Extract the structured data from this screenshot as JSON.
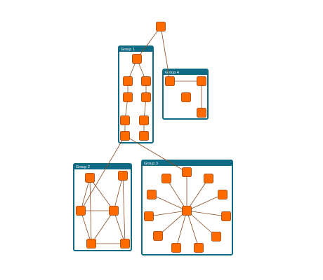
{
  "colors": {
    "node_fill": "#ff6a00",
    "node_stroke": "#9a3b00",
    "edge": "#8a4a24",
    "group_border": "#0f6b84",
    "group_header": "#0f6b84",
    "group_body": "#ffffff",
    "group_title_text": "#ffffff"
  },
  "groups": [
    {
      "id": "g1",
      "label": "Group 1"
    },
    {
      "id": "g2",
      "label": "Group 2"
    },
    {
      "id": "g3",
      "label": "Group 3"
    },
    {
      "id": "g4",
      "label": "Group 4"
    }
  ],
  "nodes": [
    {
      "id": "root"
    },
    {
      "id": "g1a",
      "group": "g1"
    },
    {
      "id": "g1b",
      "group": "g1"
    },
    {
      "id": "g1c",
      "group": "g1"
    },
    {
      "id": "g1d",
      "group": "g1"
    },
    {
      "id": "g1e",
      "group": "g1"
    },
    {
      "id": "g1f",
      "group": "g1"
    },
    {
      "id": "g1g",
      "group": "g1"
    },
    {
      "id": "g1h",
      "group": "g1"
    },
    {
      "id": "g1i",
      "group": "g1"
    },
    {
      "id": "g4a",
      "group": "g4"
    },
    {
      "id": "g4b",
      "group": "g4"
    },
    {
      "id": "g4c",
      "group": "g4"
    },
    {
      "id": "g4d",
      "group": "g4"
    },
    {
      "id": "g2a",
      "group": "g2"
    },
    {
      "id": "g2b",
      "group": "g2"
    },
    {
      "id": "g2c",
      "group": "g2"
    },
    {
      "id": "g2d",
      "group": "g2"
    },
    {
      "id": "g2e",
      "group": "g2"
    },
    {
      "id": "g2f",
      "group": "g2"
    },
    {
      "id": "g3c",
      "group": "g3"
    },
    {
      "id": "g3s1",
      "group": "g3"
    },
    {
      "id": "g3s2",
      "group": "g3"
    },
    {
      "id": "g3s3",
      "group": "g3"
    },
    {
      "id": "g3s4",
      "group": "g3"
    },
    {
      "id": "g3s5",
      "group": "g3"
    },
    {
      "id": "g3s6",
      "group": "g3"
    },
    {
      "id": "g3s7",
      "group": "g3"
    },
    {
      "id": "g3s8",
      "group": "g3"
    },
    {
      "id": "g3s9",
      "group": "g3"
    },
    {
      "id": "g3s10",
      "group": "g3"
    },
    {
      "id": "g3s11",
      "group": "g3"
    }
  ],
  "edges": [
    [
      "root",
      "g1a"
    ],
    [
      "root",
      "g4a"
    ],
    [
      "g1a",
      "g1b"
    ],
    [
      "g1a",
      "g1c"
    ],
    [
      "g1b",
      "g1d"
    ],
    [
      "g1c",
      "g1e"
    ],
    [
      "g1d",
      "g1f"
    ],
    [
      "g1f",
      "g1h"
    ],
    [
      "g1e",
      "g1g"
    ],
    [
      "g1g",
      "g1i"
    ],
    [
      "g1h",
      "g2c"
    ],
    [
      "g1h",
      "g3s1"
    ],
    [
      "g4a",
      "g4b"
    ],
    [
      "g4b",
      "g4d"
    ],
    [
      "g2a",
      "g2c"
    ],
    [
      "g2a",
      "g2d"
    ],
    [
      "g2a",
      "g2e"
    ],
    [
      "g2b",
      "g2d"
    ],
    [
      "g2b",
      "g2f"
    ],
    [
      "g2c",
      "g2d"
    ],
    [
      "g2c",
      "g2e"
    ],
    [
      "g2d",
      "g2e"
    ],
    [
      "g2d",
      "g2f"
    ],
    [
      "g2e",
      "g2f"
    ],
    [
      "g3c",
      "g3s1"
    ],
    [
      "g3c",
      "g3s2"
    ],
    [
      "g3c",
      "g3s3"
    ],
    [
      "g3c",
      "g3s4"
    ],
    [
      "g3c",
      "g3s5"
    ],
    [
      "g3c",
      "g3s6"
    ],
    [
      "g3c",
      "g3s7"
    ],
    [
      "g3c",
      "g3s8"
    ],
    [
      "g3c",
      "g3s9"
    ],
    [
      "g3c",
      "g3s10"
    ],
    [
      "g3c",
      "g3s11"
    ]
  ]
}
